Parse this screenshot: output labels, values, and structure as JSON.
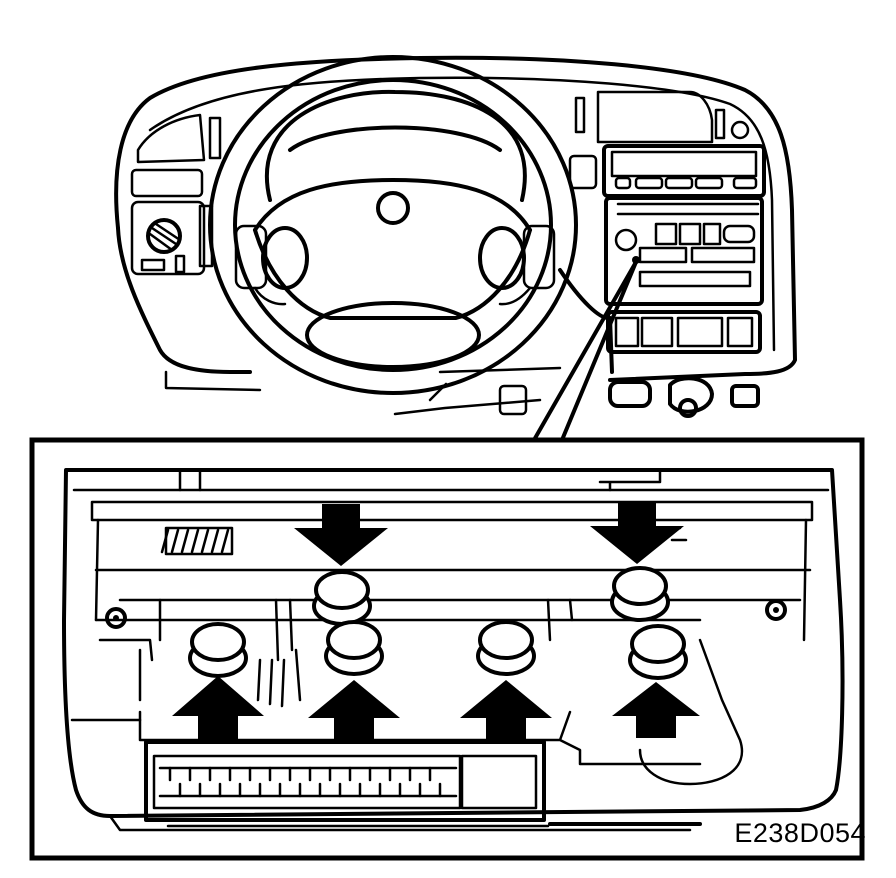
{
  "figure": {
    "reference_code": "E238D054",
    "ink_color": "#000000",
    "paper_color": "#ffffff",
    "callout_arrows": [
      {
        "direction": "down",
        "points_to": "clip-upper-left"
      },
      {
        "direction": "down",
        "points_to": "clip-upper-right"
      },
      {
        "direction": "up",
        "points_to": "clip-lower-1"
      },
      {
        "direction": "up",
        "points_to": "clip-lower-2"
      },
      {
        "direction": "up",
        "points_to": "clip-lower-3"
      },
      {
        "direction": "up",
        "points_to": "clip-lower-4"
      }
    ]
  }
}
